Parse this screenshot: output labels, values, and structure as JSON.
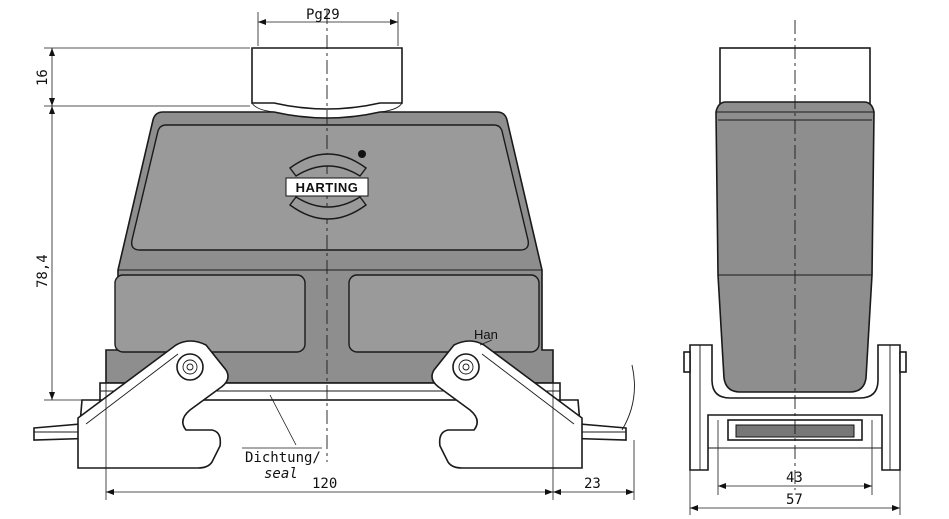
{
  "labels": {
    "thread": "Pg29",
    "height_top": "16",
    "height_main": "78,4",
    "width_main": "120",
    "width_extra": "23",
    "inner_width_side": "43",
    "outer_width_side": "57",
    "seal_de": "Dichtung/",
    "seal_en": "seal",
    "han": "Han",
    "brand": "HARTING"
  },
  "colors": {
    "body": "#8e8e8e",
    "line": "#1a1a1a",
    "background": "#ffffff"
  }
}
